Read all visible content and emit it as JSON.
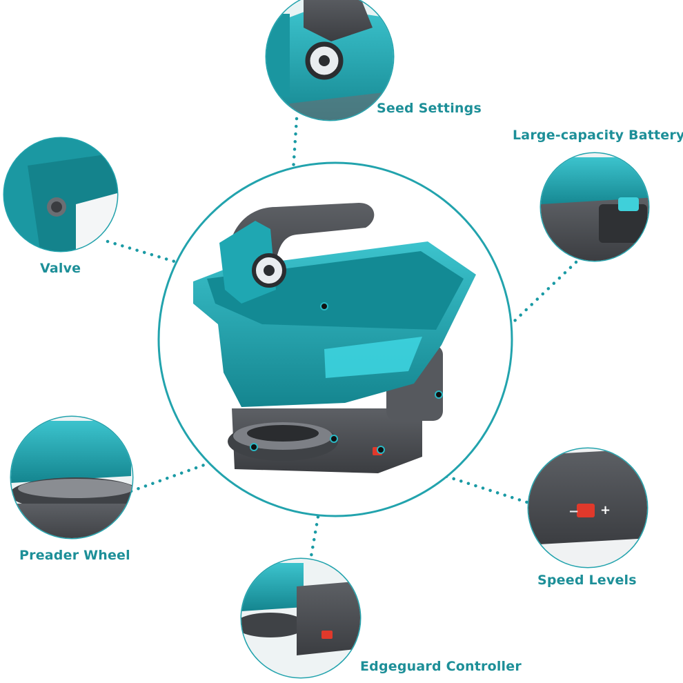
{
  "labels": {
    "seed_settings": "Seed Settings",
    "battery": "Large-capacity Battery",
    "valve": "Valve",
    "spreader_wheel": "Preader Wheel",
    "speed_levels": "Speed Levels",
    "edgeguard": "Edgeguard Controller"
  },
  "speed_scale": {
    "minus": "−",
    "plus": "+"
  },
  "colors": {
    "teal": "#1fa7b2",
    "teal_dark": "#15808a",
    "teal_light": "#5fd4dc",
    "grey_dark": "#4a4c50",
    "grey_mid": "#6b6e73",
    "red": "#e0392b",
    "label": "#1d8f98"
  }
}
